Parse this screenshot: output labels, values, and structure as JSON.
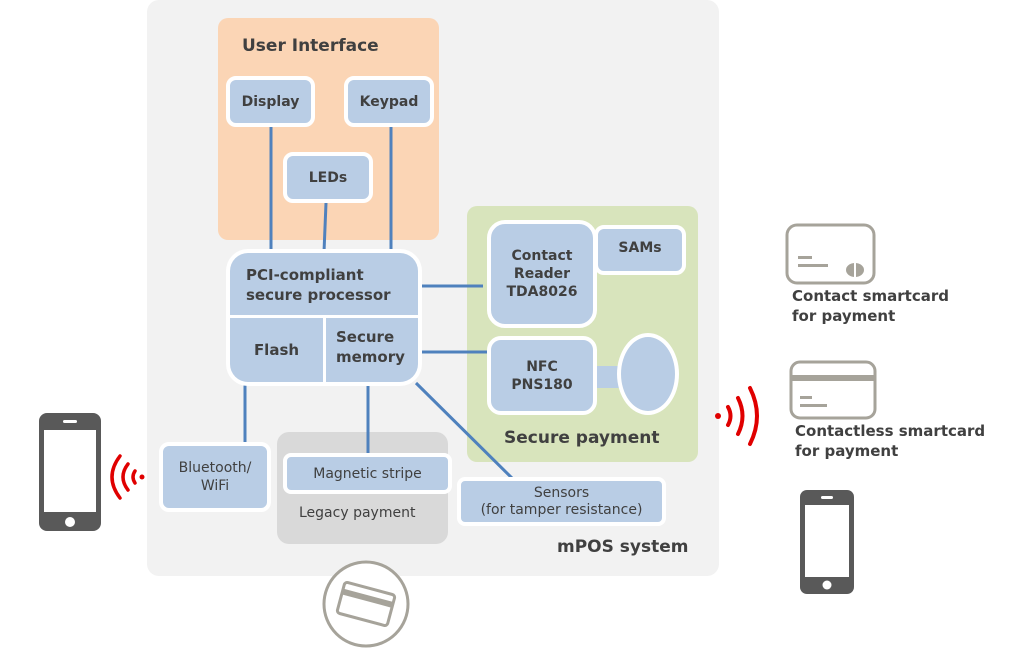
{
  "diagram": {
    "system_label": "mPOS system",
    "user_interface": {
      "title": "User Interface",
      "display": "Display",
      "keypad": "Keypad",
      "leds": "LEDs"
    },
    "processor": {
      "title_line1": "PCI-compliant",
      "title_line2": "secure processor",
      "flash": "Flash",
      "secure_memory_line1": "Secure",
      "secure_memory_line2": "memory"
    },
    "secure_payment": {
      "title": "Secure payment",
      "contact_reader_line1": "Contact",
      "contact_reader_line2": "Reader",
      "contact_reader_line3": "TDA8026",
      "sams": "SAMs",
      "nfc_line1": "NFC",
      "nfc_line2": "PNS180"
    },
    "connectivity": {
      "bt_line1": "Bluetooth/",
      "bt_line2": "WiFi"
    },
    "legacy": {
      "title": "Legacy payment",
      "magstripe": "Magnetic stripe"
    },
    "sensors": {
      "line1": "Sensors",
      "line2": "(for tamper resistance)"
    },
    "external": {
      "contact_card_line1": "Contact smartcard",
      "contact_card_line2": "for payment",
      "contactless_card_line1": "Contactless smartcard",
      "contactless_card_line2": "for payment"
    },
    "colors": {
      "panel_bg": "#f2f2f2",
      "ui_panel": "#fbd5b5",
      "secure_panel": "#d8e4bc",
      "legacy_panel": "#d9d9d9",
      "component": "#b9cde5",
      "connector": "#4f81bd",
      "wireless": "#e00000",
      "icon_gray": "#a6a39a",
      "phone": "#595959"
    }
  }
}
